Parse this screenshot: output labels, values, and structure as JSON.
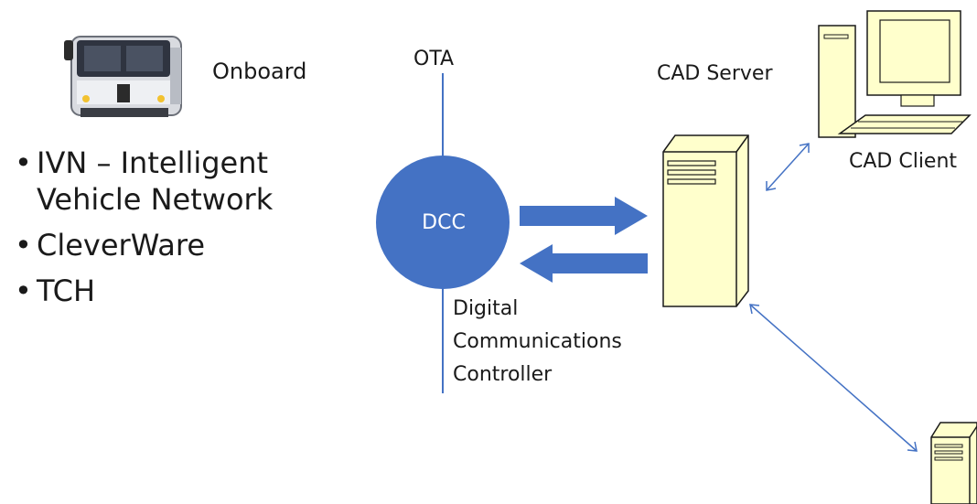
{
  "onboard_label": "Onboard",
  "bullets": [
    "IVN – Intelligent\nVehicle Network",
    "CleverWare",
    "TCH"
  ],
  "ota_label": "OTA",
  "dcc_label": "DCC",
  "dcc_desc_lines": [
    "Digital",
    "Communications",
    "Controller"
  ],
  "cad_server_label": "CAD Server",
  "cad_client_label": "CAD Client",
  "colors": {
    "dcc_fill": "#4472c4",
    "arrow_fill": "#4472c4",
    "link_line": "#4472c4",
    "computer_fill": "#ffffcc",
    "outline": "#1a1a1a"
  },
  "icons": {
    "bus": "bus-icon",
    "dcc": "dcc-circle",
    "server": "server-tower-icon",
    "client": "desktop-computer-icon",
    "remote_server": "server-tower-icon"
  }
}
